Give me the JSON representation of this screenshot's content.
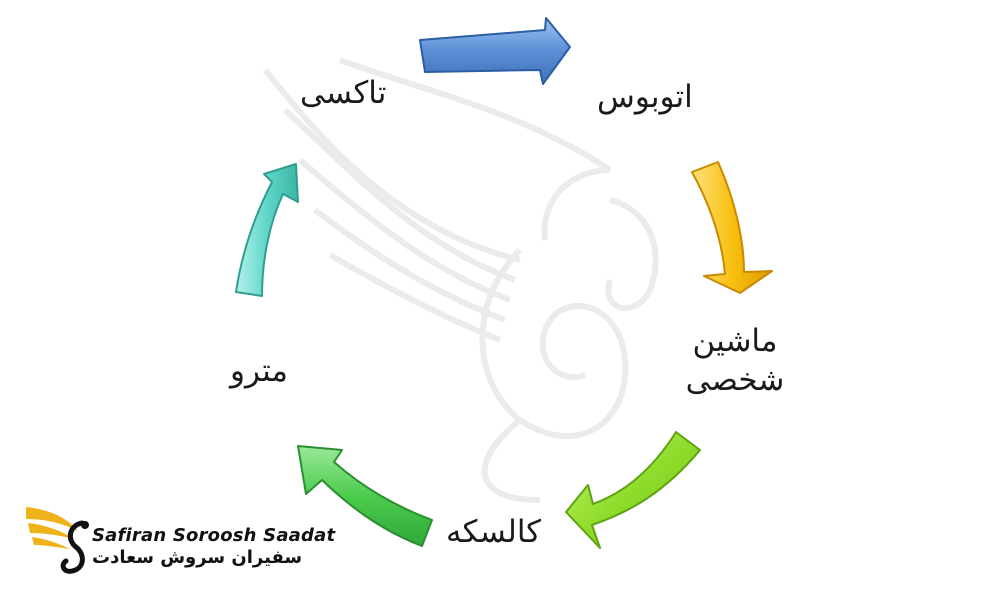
{
  "diagram": {
    "nodes": [
      {
        "id": "taxi",
        "label": "تاکسی"
      },
      {
        "id": "bus",
        "label": "اتوبوس"
      },
      {
        "id": "car",
        "label_lines": [
          "ماشین",
          "شخصی"
        ]
      },
      {
        "id": "carriage",
        "label": "کالسکه"
      },
      {
        "id": "metro",
        "label": "مترو"
      }
    ],
    "arrows": [
      {
        "from": "taxi",
        "to": "bus",
        "color": "#5b8fd6"
      },
      {
        "from": "bus",
        "to": "car",
        "color": "#f2b705"
      },
      {
        "from": "car",
        "to": "carriage",
        "color": "#8fdc2c"
      },
      {
        "from": "carriage",
        "to": "metro",
        "color": "#4ccc4c"
      },
      {
        "from": "metro",
        "to": "taxi",
        "color": "#5fd6c8"
      }
    ]
  },
  "logo": {
    "name_en": "Safiran Soroosh Saadat",
    "name_fa": "سفیران سروش سعادت",
    "colors": {
      "wing": "#f0b21b",
      "text": "#111111"
    }
  },
  "watermark": {
    "icon": "winged-s-swan-watermark"
  }
}
